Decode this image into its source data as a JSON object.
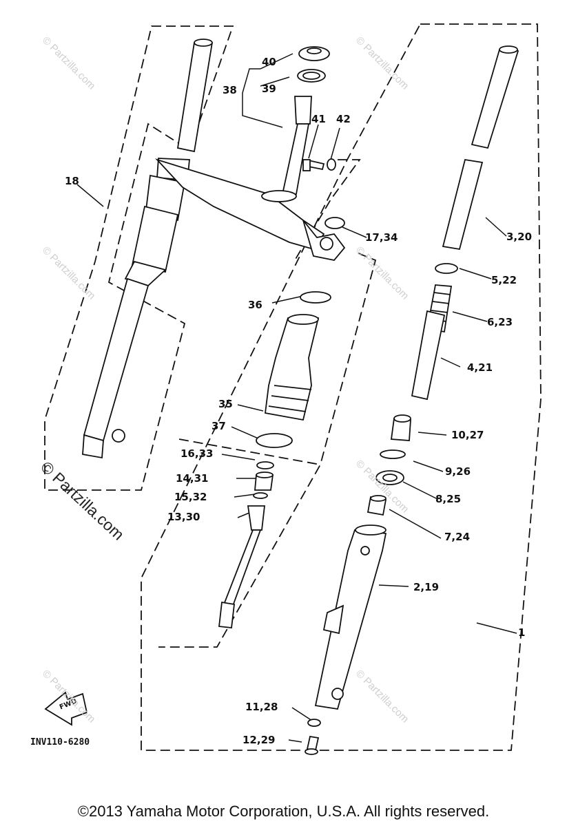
{
  "diagram": {
    "labels": [
      "40",
      "39",
      "38",
      "41",
      "42",
      "18",
      "17,34",
      "3,20",
      "5,22",
      "6,23",
      "36",
      "4,21",
      "35",
      "37",
      "10,27",
      "16,33",
      "9,26",
      "14,31",
      "8,25",
      "15,32",
      "13,30",
      "7,24",
      "2,19",
      "1",
      "11,28",
      "12,29"
    ],
    "fwd_badge": "FWD",
    "code": "INV110-6280",
    "watermark": "© Partzilla.com",
    "copyright": "©2013 Yamaha Motor Corporation, U.S.A. All rights reserved."
  }
}
